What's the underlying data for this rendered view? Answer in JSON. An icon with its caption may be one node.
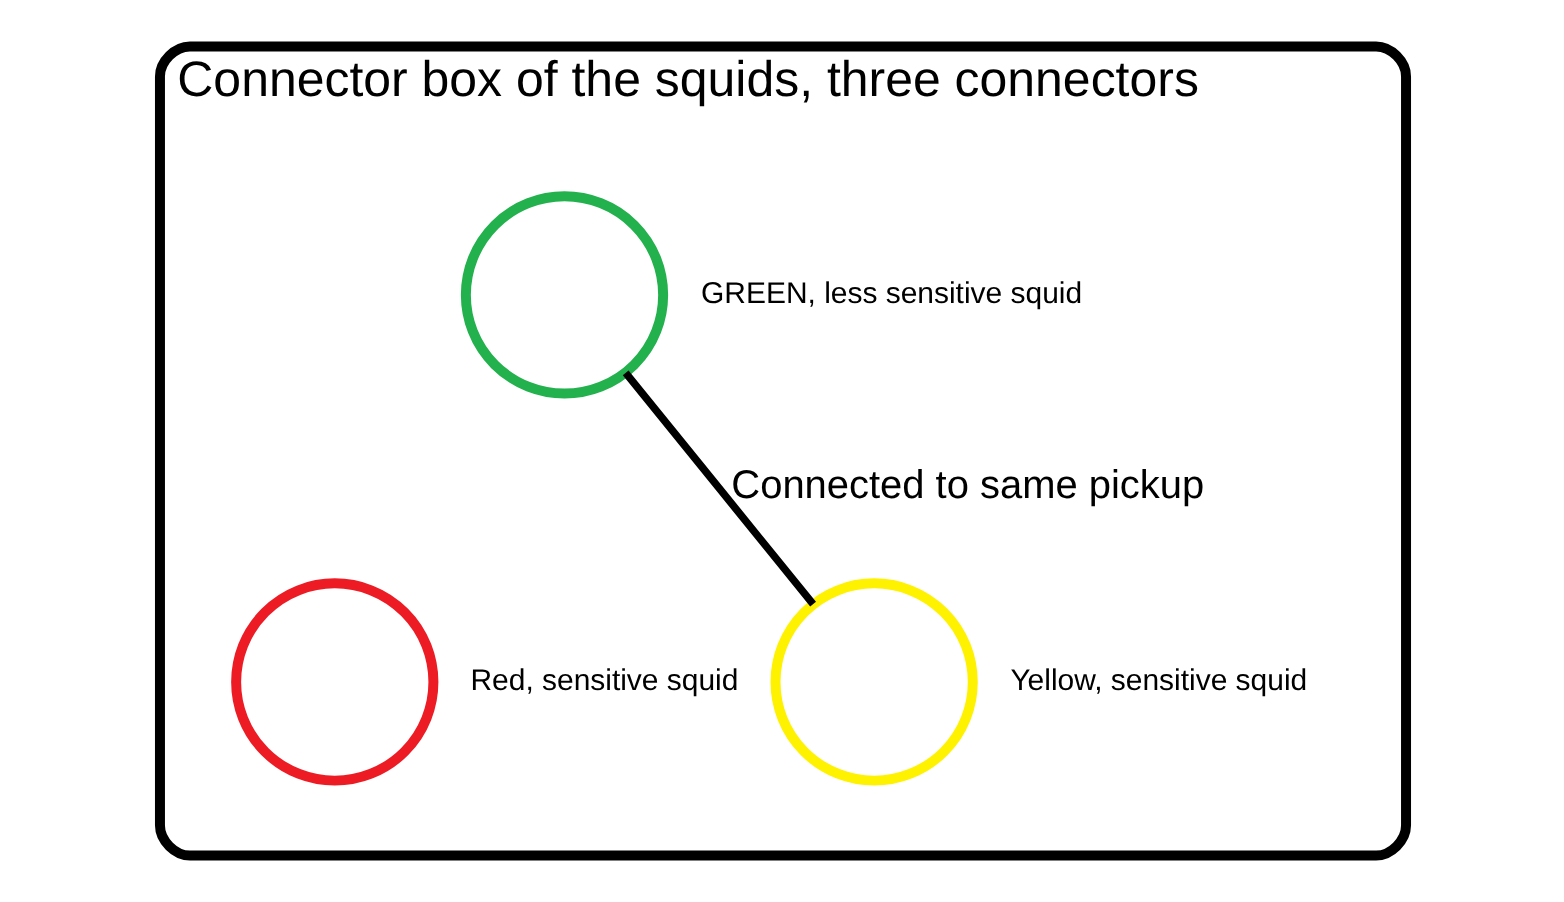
{
  "diagram": {
    "nodes": [
      {
        "text": [
          "Connector box of the squids, three connectors"
        ]
      },
      {
        "text": [],
        "shape": "circle",
        "in": 0,
        "beside": [
          "GREEN, less sensitive squid"
        ]
      },
      {
        "text": [],
        "shape": "circle",
        "in": 0,
        "beside": [
          "Red, sensitive squid"
        ]
      },
      {
        "text": [],
        "shape": "circle",
        "in": 0,
        "beside": [
          "Yellow, sensitive squid"
        ]
      }
    ],
    "edges": [
      {
        "from": 1,
        "to": 3,
        "arrow": "none",
        "label": "Connected to same pickup"
      }
    ]
  }
}
